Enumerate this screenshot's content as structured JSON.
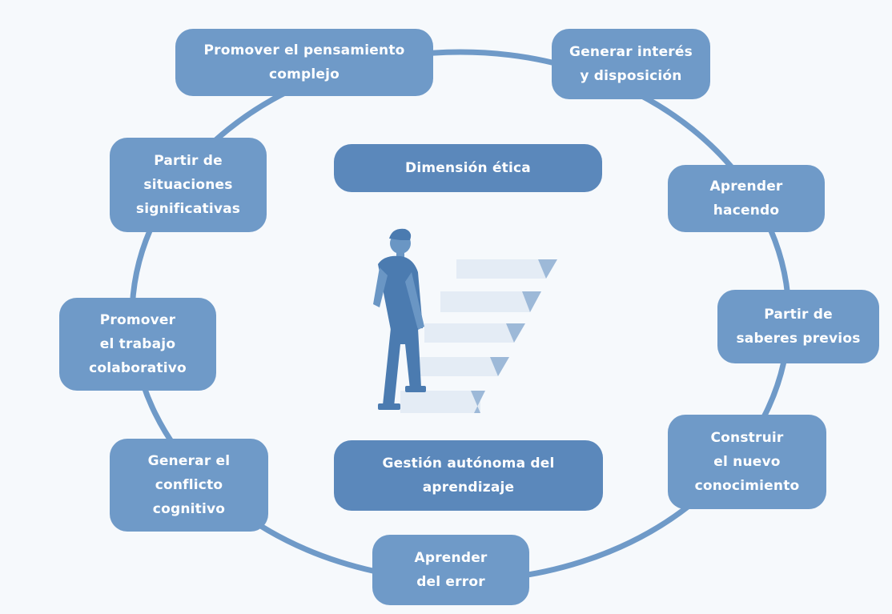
{
  "colors": {
    "background": "#f6f9fc",
    "box_fill": "#6f9ac8",
    "center_box_fill": "#5b88bb",
    "ring": "#6f9ac8",
    "figure_dark": "#4b7bb0",
    "figure_mid": "#6a96c4",
    "stair_light": "#e4ecf5",
    "stair_accent": "#9db9d8"
  },
  "ring_nodes": [
    {
      "id": "promover-pensamiento",
      "text": "Promover el pensamiento\ncomplejo"
    },
    {
      "id": "generar-interes",
      "text": "Generar interés\ny disposición"
    },
    {
      "id": "aprender-haciendo",
      "text": "Aprender\nhacendo"
    },
    {
      "id": "partir-saberes",
      "text": "Partir de\nsaberes previos"
    },
    {
      "id": "construir-conocimiento",
      "text": "Construir\nel nuevo\nconocimiento"
    },
    {
      "id": "aprender-error",
      "text": "Aprender\ndel error"
    },
    {
      "id": "generar-conflicto",
      "text": "Generar el\nconflicto\ncognitivo"
    },
    {
      "id": "promover-trabajo",
      "text": "Promover\nel trabajo\ncolaborativo"
    },
    {
      "id": "partir-situaciones",
      "text": "Partir de\nsituaciones\nsignificativas"
    }
  ],
  "center_nodes": [
    {
      "id": "dimension-etica",
      "text": "Dimensión ética"
    },
    {
      "id": "gestion-autonoma",
      "text": "Gestión autónoma del\naprendizaje"
    }
  ],
  "illustration": {
    "icon": "person-climbing-stairs-icon"
  }
}
